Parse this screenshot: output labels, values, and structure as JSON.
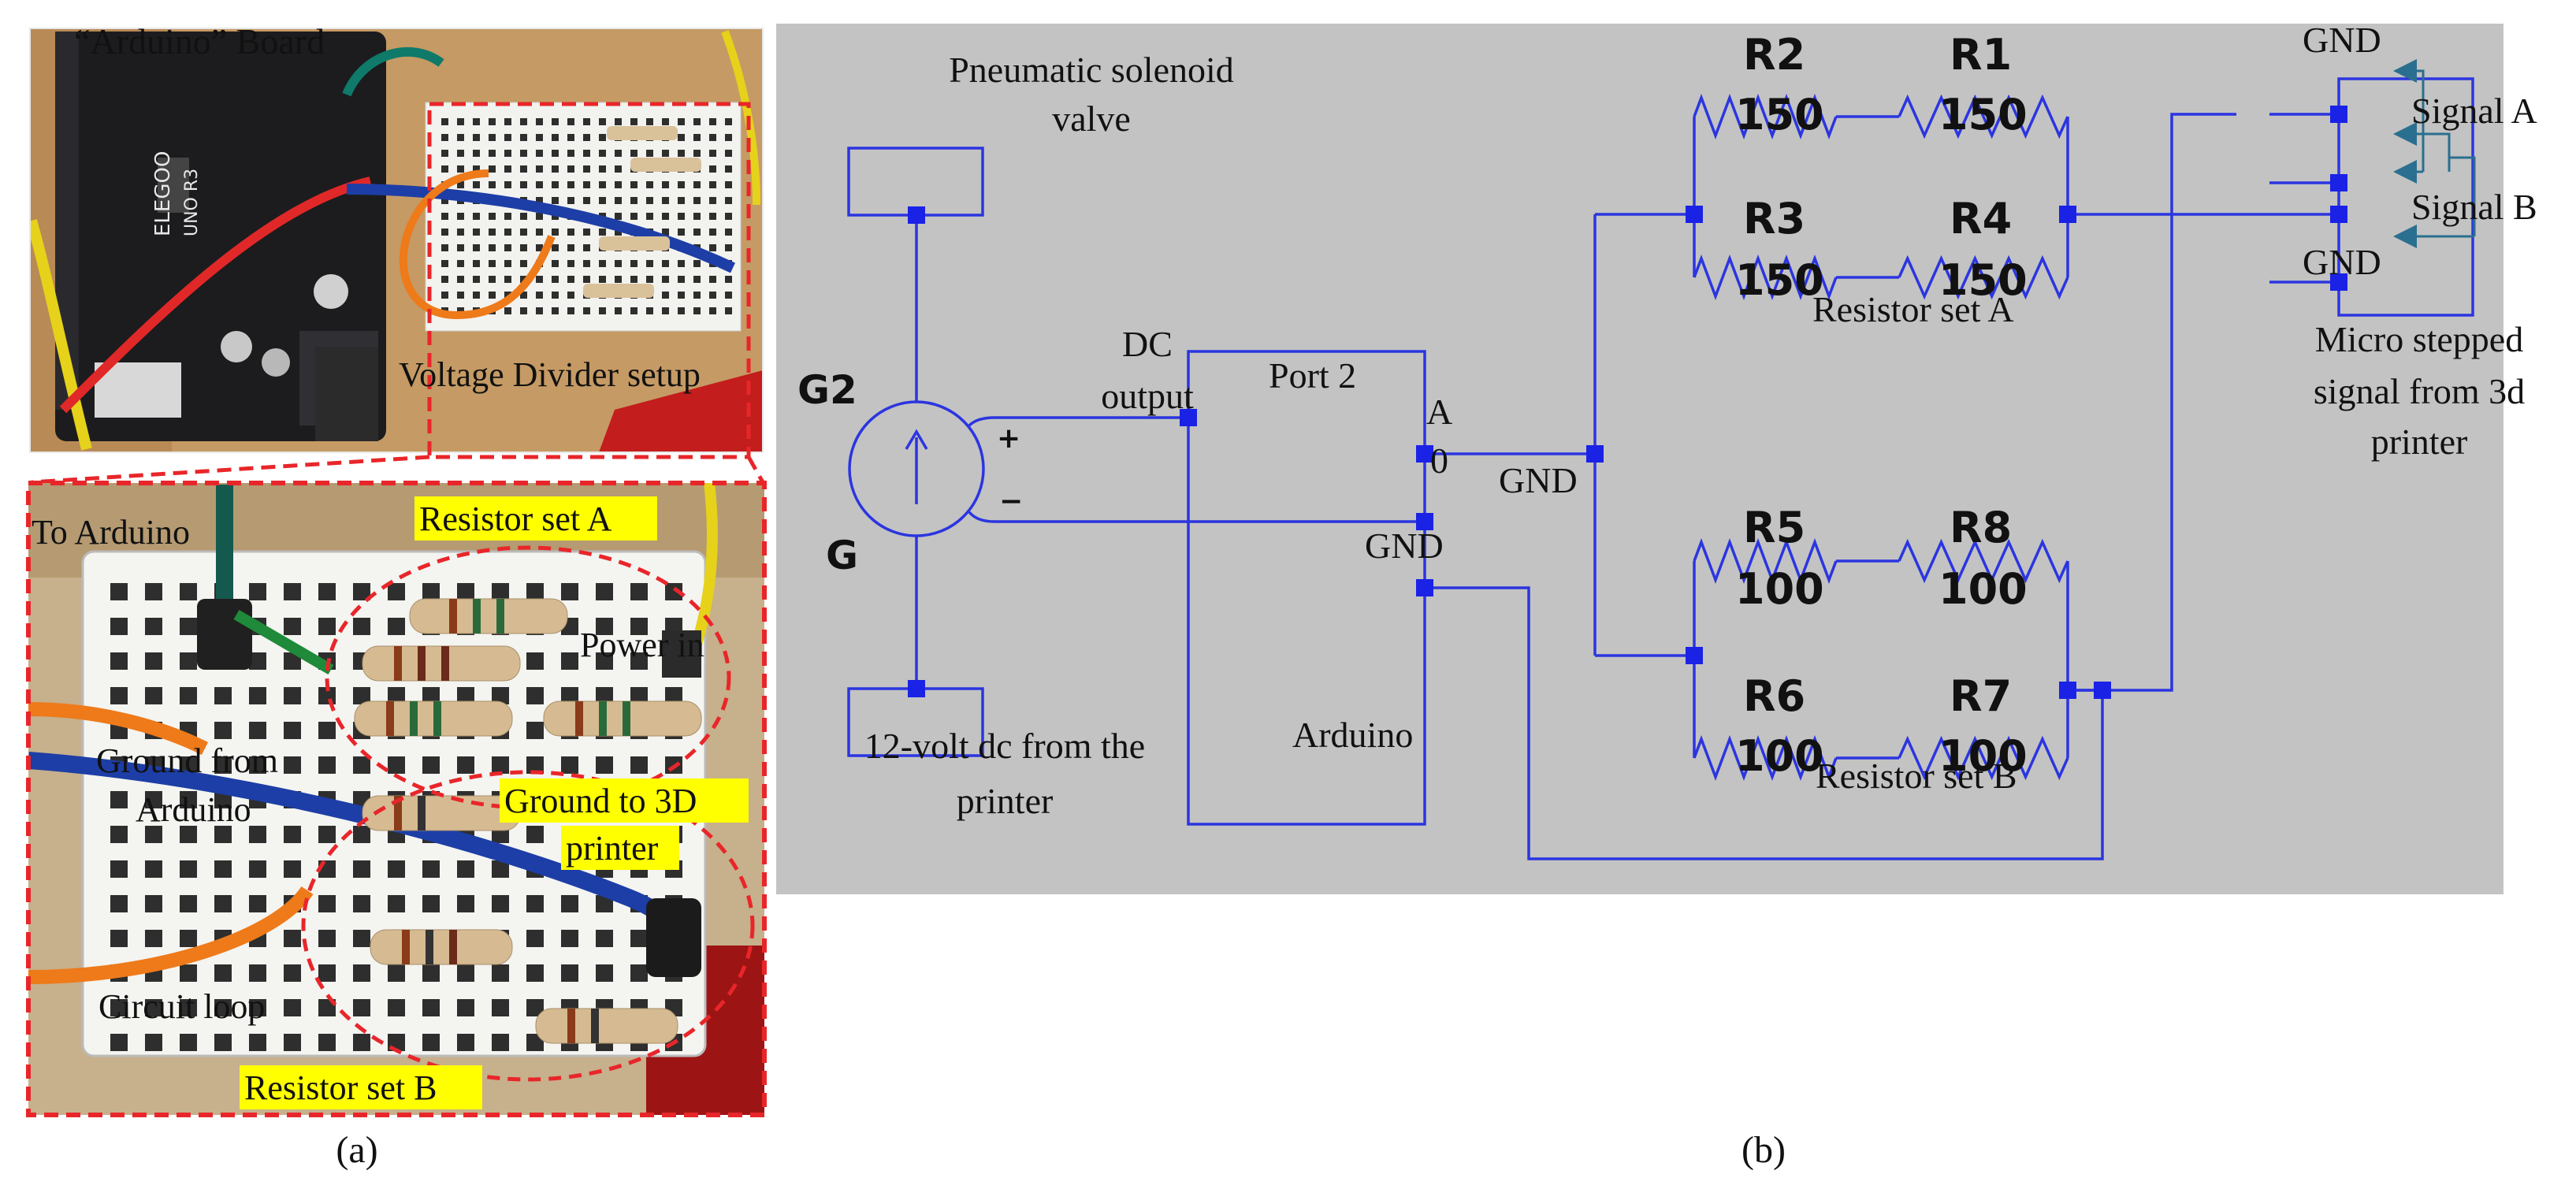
{
  "colors": {
    "schematic_bg": "#c3c3c3",
    "wire": "#2b35e0",
    "node": "#1a22e6",
    "highlight": "#ffff00",
    "dashed": "#e8262a",
    "signal_arrow": "#2a6f8f",
    "text": "#111111"
  },
  "photo_panel": {
    "top_title": "“Arduino” Board",
    "voltage_divider": "Voltage Divider setup",
    "to_arduino": "To Arduino",
    "resistor_set_a": "Resistor set A",
    "power_in": "Power in",
    "ground_from_line1": "Ground from",
    "ground_from_line2": "Arduino",
    "ground_to_line1": "Ground to 3D",
    "ground_to_line2": "printer",
    "circuit_loop": "Circuit loop",
    "resistor_set_b": "Resistor set B",
    "board_brand": "ELEGOO",
    "board_model": "UNO R3",
    "caption": "(a)"
  },
  "schematic_panel": {
    "valve_line1": "Pneumatic solenoid",
    "valve_line2": "valve",
    "g2": "G2",
    "g": "G",
    "plus": "+",
    "minus": "−",
    "supply_line1": "12-volt dc from the",
    "supply_line2": "printer",
    "dc_line1": "DC",
    "dc_line2": "output",
    "port2": "Port 2",
    "pin_a": "A",
    "pin_0": "0",
    "arduino_gnd": "GND",
    "arduino": "Arduino",
    "divider_gnd": "GND",
    "resistors": {
      "r2": {
        "name": "R2",
        "value": "150"
      },
      "r1": {
        "name": "R1",
        "value": "150"
      },
      "r3": {
        "name": "R3",
        "value": "150"
      },
      "r4": {
        "name": "R4",
        "value": "150"
      },
      "r5": {
        "name": "R5",
        "value": "100"
      },
      "r8": {
        "name": "R8",
        "value": "100"
      },
      "r6": {
        "name": "R6",
        "value": "100"
      },
      "r7": {
        "name": "R7",
        "value": "100"
      }
    },
    "set_a": "Resistor set A",
    "set_b": "Resistor set B",
    "gnd_top": "GND",
    "gnd_bottom": "GND",
    "signal_a": "Signal A",
    "signal_b": "Signal B",
    "micro_line1": "Micro stepped",
    "micro_line2": "signal from 3d",
    "micro_line3": "printer",
    "caption": "(b)"
  }
}
